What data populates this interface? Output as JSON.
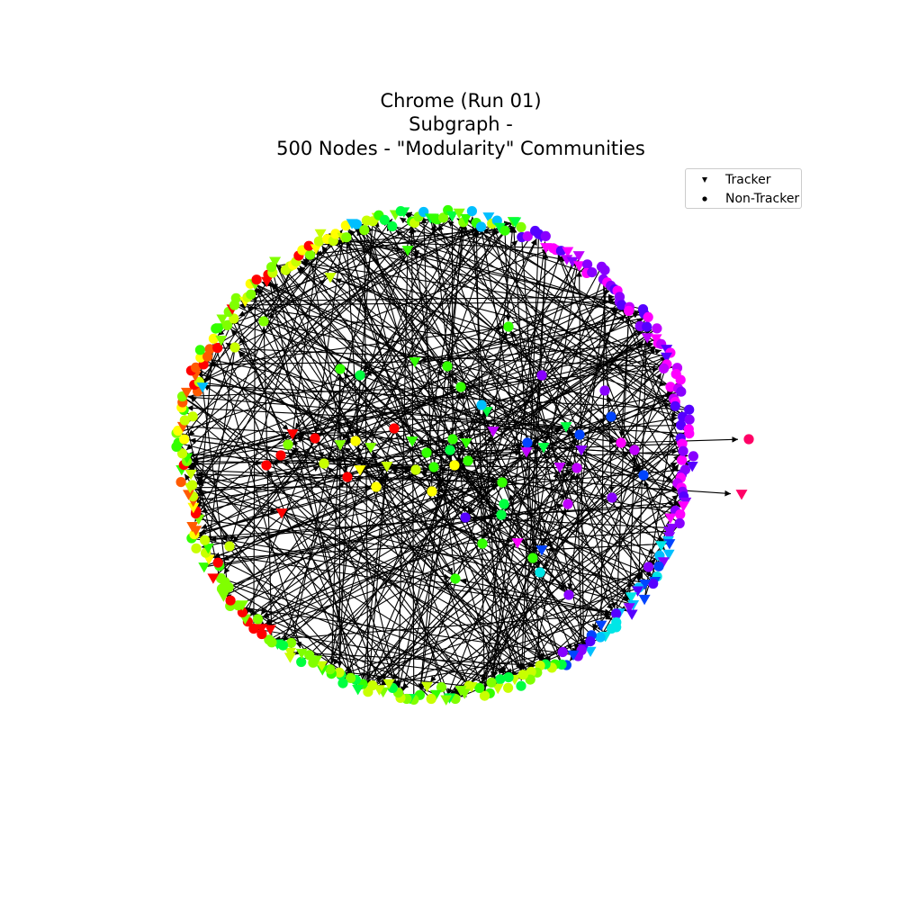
{
  "figure": {
    "title_lines": [
      "Chrome (Run 01)",
      "Subgraph -",
      "500 Nodes - \"Modularity\" Communities"
    ]
  },
  "legend": {
    "entries": [
      {
        "label": "Tracker",
        "marker": "triangle-down-icon"
      },
      {
        "label": "Non-Tracker",
        "marker": "circle-icon"
      }
    ]
  },
  "graph": {
    "node_count": 500,
    "community_colors": [
      "#ff0000",
      "#ff5a00",
      "#ffff00",
      "#c8ff00",
      "#80ff00",
      "#33ff00",
      "#00ff40",
      "#00e6e6",
      "#00bfff",
      "#0044ff",
      "#5500ff",
      "#8800ff",
      "#c000ff",
      "#ff00ff",
      "#ff0066"
    ],
    "edge_color": "#000000"
  }
}
